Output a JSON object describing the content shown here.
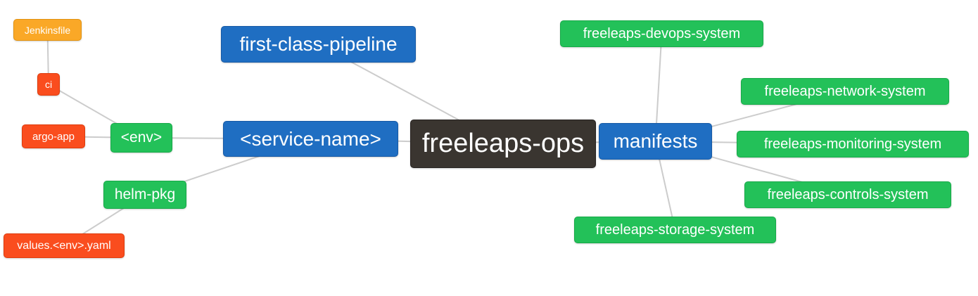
{
  "diagram": {
    "type": "mindmap",
    "root": "freeleaps-ops"
  },
  "colors": {
    "root_dark": "#3A3530",
    "branch_blue": "#1F6EC2",
    "leaf_green": "#23C159",
    "leaf_red": "#FA4D1E",
    "leaf_orange": "#FAA827",
    "edge_gray": "#CCCCCC",
    "text": "#FFFFFF",
    "background": "#FFFFFF"
  },
  "nodes": {
    "jenkinsfile": {
      "label": "Jenkinsfile"
    },
    "ci": {
      "label": "ci"
    },
    "argo_app": {
      "label": "argo-app"
    },
    "env": {
      "label": "<env>"
    },
    "helm_pkg": {
      "label": "helm-pkg"
    },
    "values_env_yaml": {
      "label": "values.<env>.yaml"
    },
    "first_class_pipeline": {
      "label": "first-class-pipeline"
    },
    "service_name": {
      "label": "<service-name>"
    },
    "freeleaps_ops": {
      "label": "freeleaps-ops"
    },
    "manifests": {
      "label": "manifests"
    },
    "devops_system": {
      "label": "freeleaps-devops-system"
    },
    "network_system": {
      "label": "freeleaps-network-system"
    },
    "monitoring_system": {
      "label": "freeleaps-monitoring-system"
    },
    "controls_system": {
      "label": "freeleaps-controls-system"
    },
    "storage_system": {
      "label": "freeleaps-storage-system"
    }
  },
  "edges": [
    [
      "jenkinsfile",
      "ci"
    ],
    [
      "ci",
      "env"
    ],
    [
      "argo_app",
      "env"
    ],
    [
      "env",
      "service_name"
    ],
    [
      "helm_pkg",
      "service_name"
    ],
    [
      "values_env_yaml",
      "helm_pkg"
    ],
    [
      "first_class_pipeline",
      "freeleaps_ops"
    ],
    [
      "service_name",
      "freeleaps_ops"
    ],
    [
      "freeleaps_ops",
      "manifests"
    ],
    [
      "manifests",
      "devops_system"
    ],
    [
      "manifests",
      "network_system"
    ],
    [
      "manifests",
      "monitoring_system"
    ],
    [
      "manifests",
      "controls_system"
    ],
    [
      "manifests",
      "storage_system"
    ]
  ]
}
